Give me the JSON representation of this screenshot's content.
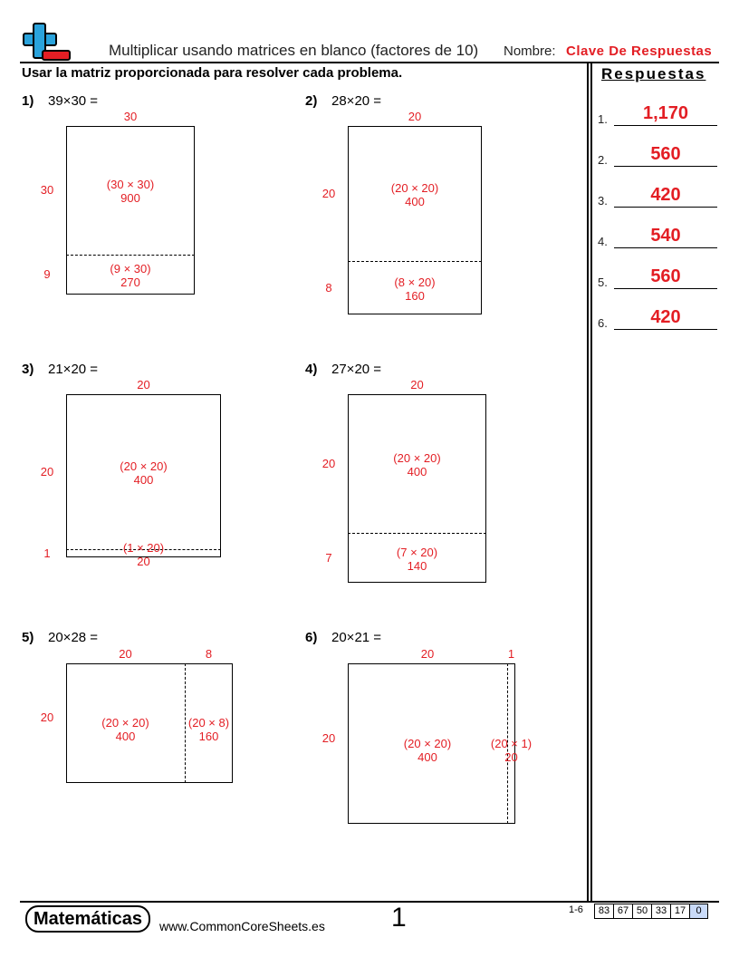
{
  "header": {
    "title": "Multiplicar usando matrices en blanco (factores de 10)",
    "name_label": "Nombre:",
    "name_value": "Clave De Respuestas"
  },
  "instructions": "Usar la matriz proporcionada para resolver cada problema.",
  "answers_panel": {
    "title": "Respuestas",
    "items": [
      {
        "num": "1.",
        "value": "1,170"
      },
      {
        "num": "2.",
        "value": "560"
      },
      {
        "num": "3.",
        "value": "420"
      },
      {
        "num": "4.",
        "value": "540"
      },
      {
        "num": "5.",
        "value": "560"
      },
      {
        "num": "6.",
        "value": "420"
      }
    ]
  },
  "problems": [
    {
      "num": "1)",
      "expr": "39×30 =",
      "top": [
        "30"
      ],
      "side": [
        "30",
        "9"
      ],
      "cells": [
        {
          "expr": "(30 × 30)",
          "prod": "900"
        },
        {
          "expr": "(9 × 30)",
          "prod": "270"
        }
      ]
    },
    {
      "num": "2)",
      "expr": "28×20 =",
      "top": [
        "20"
      ],
      "side": [
        "20",
        "8"
      ],
      "cells": [
        {
          "expr": "(20 × 20)",
          "prod": "400"
        },
        {
          "expr": "(8 × 20)",
          "prod": "160"
        }
      ]
    },
    {
      "num": "3)",
      "expr": "21×20 =",
      "top": [
        "20"
      ],
      "side": [
        "20",
        "1"
      ],
      "cells": [
        {
          "expr": "(20 × 20)",
          "prod": "400"
        },
        {
          "expr": "(1 × 20)",
          "prod": "20"
        }
      ]
    },
    {
      "num": "4)",
      "expr": "27×20 =",
      "top": [
        "20"
      ],
      "side": [
        "20",
        "7"
      ],
      "cells": [
        {
          "expr": "(20 × 20)",
          "prod": "400"
        },
        {
          "expr": "(7 × 20)",
          "prod": "140"
        }
      ]
    },
    {
      "num": "5)",
      "expr": "20×28 =",
      "top": [
        "20",
        "8"
      ],
      "side": [
        "20"
      ],
      "cells": [
        {
          "expr": "(20 × 20)",
          "prod": "400"
        },
        {
          "expr": "(20 × 8)",
          "prod": "160"
        }
      ]
    },
    {
      "num": "6)",
      "expr": "20×21 =",
      "top": [
        "20",
        "1"
      ],
      "side": [
        "20"
      ],
      "cells": [
        {
          "expr": "(20 × 20)",
          "prod": "400"
        },
        {
          "expr": "(20 × 1)",
          "prod": "20"
        }
      ]
    }
  ],
  "footer": {
    "brand": "Matemáticas",
    "site": "www.CommonCoreSheets.es",
    "page": "1",
    "range": "1-6",
    "scores": [
      "83",
      "67",
      "50",
      "33",
      "17",
      "0"
    ]
  },
  "colors": {
    "accent_red": "#e31e24",
    "logo_blue": "#2aa3dc",
    "score_highlight": "#c9daf8"
  }
}
